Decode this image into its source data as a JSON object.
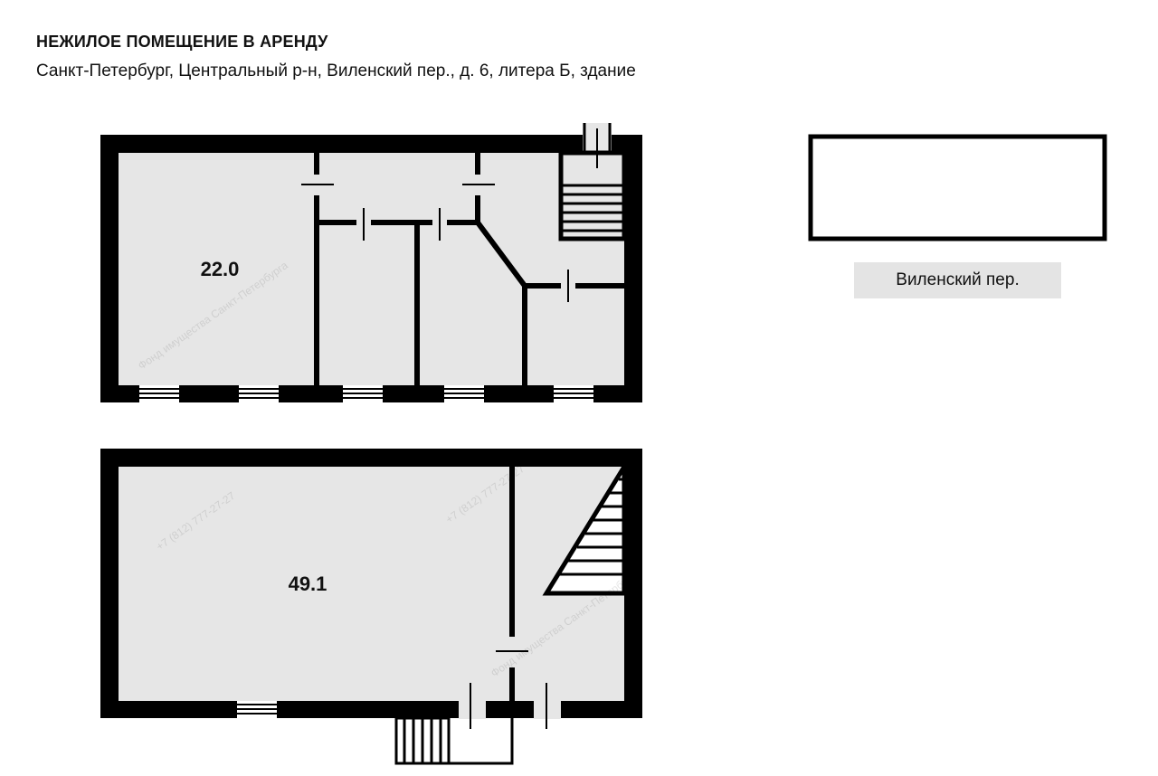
{
  "header": {
    "title": "НЕЖИЛОЕ ПОМЕЩЕНИЕ В АРЕНДУ",
    "address": "Санкт-Петербург, Центральный р-н, Виленский пер., д. 6, литера Б, здание"
  },
  "plan": {
    "room_upper_area": "22.0",
    "room_lower_area": "49.1",
    "street_label": "Виленский пер."
  },
  "watermark": {
    "phone": "+7 (812) 777-27-27",
    "org": "Фонд имущества Санкт-Петербурга"
  },
  "colors": {
    "wall": "#000000",
    "floor": "#e6e6e6",
    "label_bg": "#e4e4e4"
  }
}
